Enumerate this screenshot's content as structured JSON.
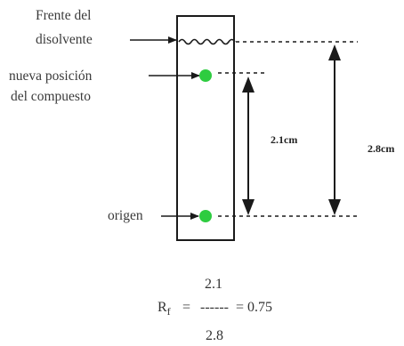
{
  "labels": {
    "solvent_front_line1": "Frente del",
    "solvent_front_line2": "disolvente",
    "compound_line1": "nueva posición",
    "compound_line2": "del compuesto",
    "origin": "origen"
  },
  "measurements": {
    "compound_distance": "2.1cm",
    "solvent_distance": "2.8cm"
  },
  "formula": {
    "symbol": "R",
    "subscript": "f",
    "equals": "=",
    "numerator": "2.1",
    "fraction_bar": "------",
    "denominator": "2.8",
    "result": "= 0.75"
  },
  "colors": {
    "spot": "#2ecc40",
    "lines": "#1a1a1a",
    "text": "#3a3a3a"
  }
}
